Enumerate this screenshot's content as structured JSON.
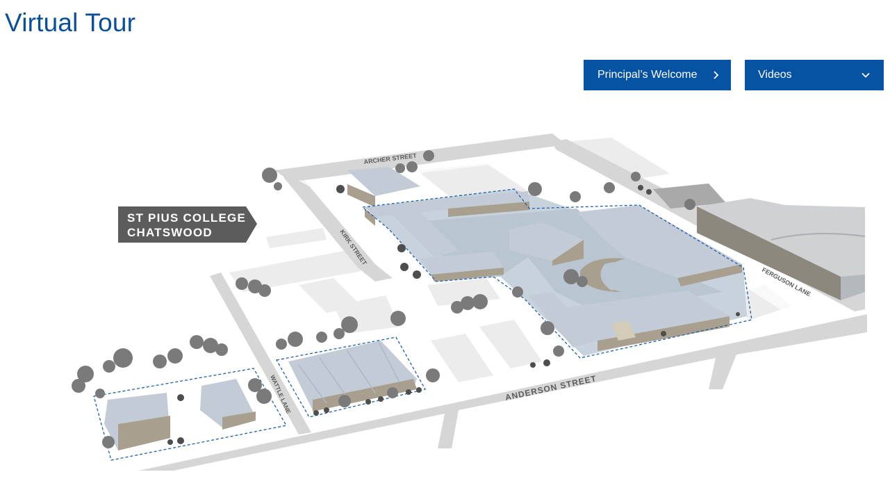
{
  "page": {
    "title": "Virtual Tour"
  },
  "buttons": {
    "principals_welcome": {
      "label": "Principal’s Welcome",
      "icon": "chevron-right-icon"
    },
    "videos": {
      "label": "Videos",
      "icon": "chevron-down-icon"
    }
  },
  "map": {
    "school_name_line1": "ST PIUS COLLEGE",
    "school_name_line2": "CHATSWOOD",
    "streets": {
      "archer": "ARCHER STREET",
      "kirk": "KIRK STREET",
      "ferguson": "FERGUSON LANE",
      "anderson": "ANDERSON STREET",
      "wattle": "WATTLE LANE"
    }
  },
  "colors": {
    "brand_blue": "#0753a3",
    "title_blue": "#0a4f99",
    "road": "#d6d6d6",
    "roof": "#c3ccd6",
    "wall": "#b2ab9c",
    "label_bg": "#5c5c5c",
    "boundary": "#1a5fb0"
  }
}
